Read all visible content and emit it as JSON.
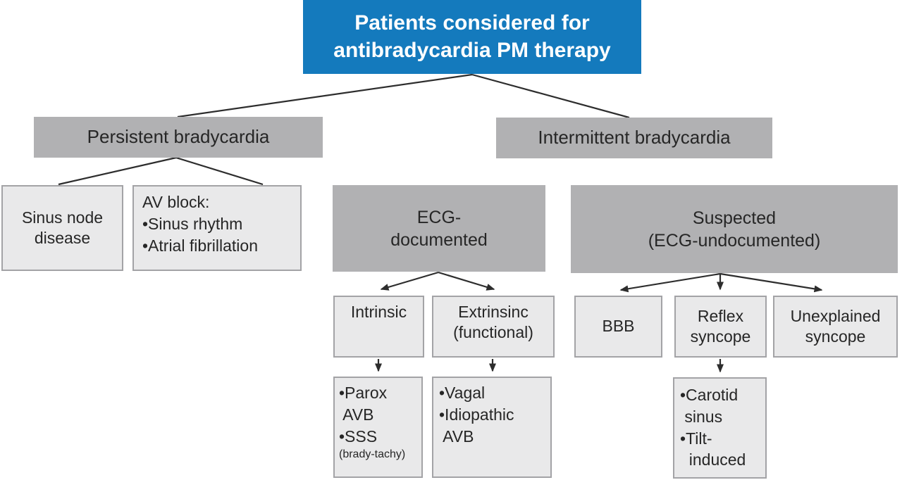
{
  "diagram": {
    "type": "flowchart",
    "nodes": {
      "root": {
        "label": "Patients considered for\nantibradycardia PM therapy"
      },
      "persistent": {
        "label": "Persistent bradycardia"
      },
      "intermittent": {
        "label": "Intermittent bradycardia"
      },
      "sinus_node": {
        "label": "Sinus node\ndisease"
      },
      "av_block": {
        "label": "AV block:\n•Sinus rhythm\n•Atrial fibrillation"
      },
      "ecg_documented": {
        "label": "ECG-\ndocumented"
      },
      "suspected": {
        "label": "Suspected\n(ECG-undocumented)"
      },
      "intrinsic": {
        "label": "Intrinsic"
      },
      "extrinsic": {
        "label": "Extrinsinc\n(functional)"
      },
      "intrinsic_causes": {
        "label": "•Parox\n AVB\n•SSS",
        "note": "(brady-tachy)"
      },
      "extrinsic_causes": {
        "label": "•Vagal\n•Idiopathic\n AVB"
      },
      "bbb": {
        "label": "BBB"
      },
      "reflex_syncope": {
        "label": "Reflex\nsyncope"
      },
      "unexplained_syncope": {
        "label": "Unexplained\nsyncope"
      },
      "reflex_causes": {
        "label": "•Carotid\n sinus\n•Tilt-\n  induced"
      }
    },
    "edges": [
      {
        "from": "root",
        "to": "persistent",
        "arrow": false,
        "line": [
          670,
          106,
          252,
          166
        ]
      },
      {
        "from": "root",
        "to": "intermittent",
        "arrow": false,
        "line": [
          670,
          106,
          893,
          167
        ]
      },
      {
        "from": "persistent",
        "to": "sinus_node",
        "arrow": false,
        "line": [
          250,
          224,
          83,
          262
        ]
      },
      {
        "from": "persistent",
        "to": "av_block",
        "arrow": false,
        "line": [
          250,
          224,
          373,
          262
        ]
      },
      {
        "from": "ecg_documented",
        "to": "intrinsic",
        "arrow": true,
        "line": [
          622,
          387,
          541,
          411
        ]
      },
      {
        "from": "ecg_documented",
        "to": "extrinsic",
        "arrow": true,
        "line": [
          622,
          387,
          701,
          411
        ]
      },
      {
        "from": "intrinsic",
        "to": "intrinsic_causes",
        "arrow": true,
        "line": [
          537,
          510,
          537,
          527
        ]
      },
      {
        "from": "extrinsic",
        "to": "extrinsic_causes",
        "arrow": true,
        "line": [
          699,
          510,
          699,
          527
        ]
      },
      {
        "from": "suspected",
        "to": "bbb",
        "arrow": true,
        "line": [
          1022,
          389,
          881,
          412
        ]
      },
      {
        "from": "suspected",
        "to": "reflex_syncope",
        "arrow": true,
        "line": [
          1022,
          389,
          1022,
          411
        ]
      },
      {
        "from": "suspected",
        "to": "unexplained_syncope",
        "arrow": true,
        "line": [
          1022,
          389,
          1166,
          412
        ]
      },
      {
        "from": "reflex_syncope",
        "to": "reflex_causes",
        "arrow": true,
        "line": [
          1022,
          510,
          1022,
          528
        ]
      }
    ]
  },
  "colors": {
    "root_bg": "#147ABD",
    "root_text": "#FFFFFF",
    "branch_bg": "#B1B1B3",
    "leaf_bg": "#E9E9EA",
    "leaf_border": "#A3A3A6",
    "line": "#2D2D2D",
    "text": "#262626"
  }
}
